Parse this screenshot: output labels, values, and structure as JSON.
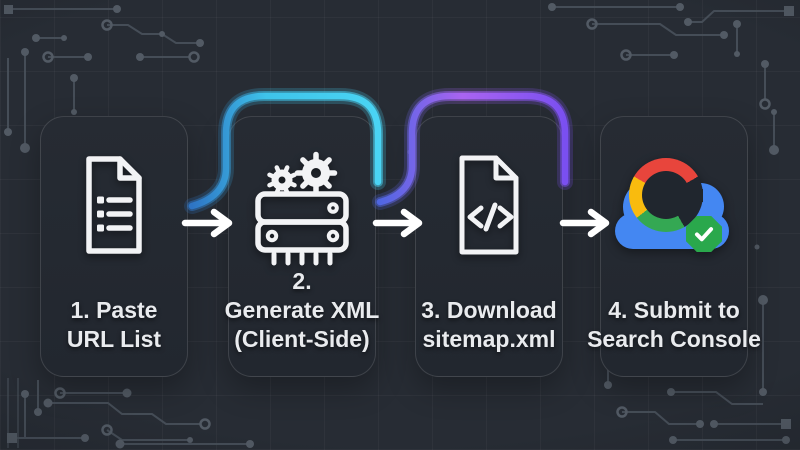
{
  "steps": [
    {
      "name": "paste-url-list",
      "icon": "document-list-icon",
      "lines": [
        "1. Paste",
        "URL List",
        ""
      ]
    },
    {
      "name": "generate-xml",
      "icon": "server-gears-icon",
      "lines": [
        "2.",
        "Generate XML",
        "(Client-Side)"
      ]
    },
    {
      "name": "download-sitemap",
      "icon": "code-file-icon",
      "lines": [
        "3. Download",
        "sitemap.xml",
        ""
      ]
    },
    {
      "name": "submit-search-console",
      "icon": "google-cloud-check-icon",
      "lines": [
        "4. Submit to",
        "Search Console",
        ""
      ]
    }
  ],
  "connectors": [
    {
      "name": "cyan-connector",
      "over_step": "generate-xml",
      "colors": [
        "#2e74c4",
        "#3ec4ea",
        "#4ad4f4"
      ]
    },
    {
      "name": "purple-connector",
      "over_step": "download-sitemap",
      "colors": [
        "#4e66e2",
        "#a964f0",
        "#7a4ff0"
      ]
    }
  ],
  "arrows": {
    "count": 3,
    "color": "#ffffff"
  },
  "colors": {
    "background": "#272c34",
    "card_background": "#22272f",
    "card_border": "rgba(255,255,255,0.13)",
    "circuit": "#49515b",
    "text": "#e9ebee",
    "icon": "#f2f3f5",
    "google_blue": "#4487f2",
    "google_red": "#e8453c",
    "google_yellow": "#f9bb0e",
    "google_green": "#34a853",
    "check_green": "#2aa84c"
  }
}
